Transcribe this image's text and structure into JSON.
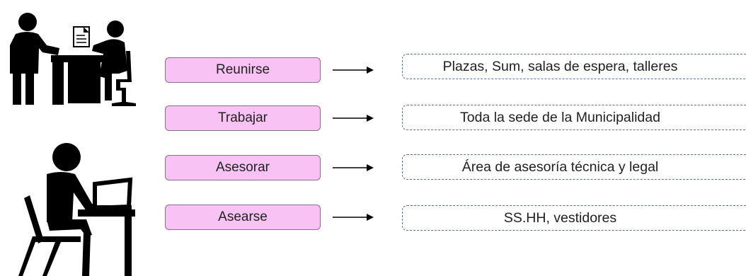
{
  "colors": {
    "activity_fill": "#f9c2f4",
    "activity_border": "#8a6d88",
    "place_border": "#5b6f92",
    "arrow": "#000000"
  },
  "rows": [
    {
      "activity": "Reunirse",
      "place": "Plazas, Sum, salas de espera, talleres"
    },
    {
      "activity": "Trabajar",
      "place": "Toda la sede de la Municipalidad"
    },
    {
      "activity": "Asesorar",
      "place": "Área de asesoría técnica y legal"
    },
    {
      "activity": "Asearse",
      "place": "SS.HH, vestidores"
    }
  ],
  "icons": [
    "meeting-icon",
    "desk-worker-icon"
  ]
}
